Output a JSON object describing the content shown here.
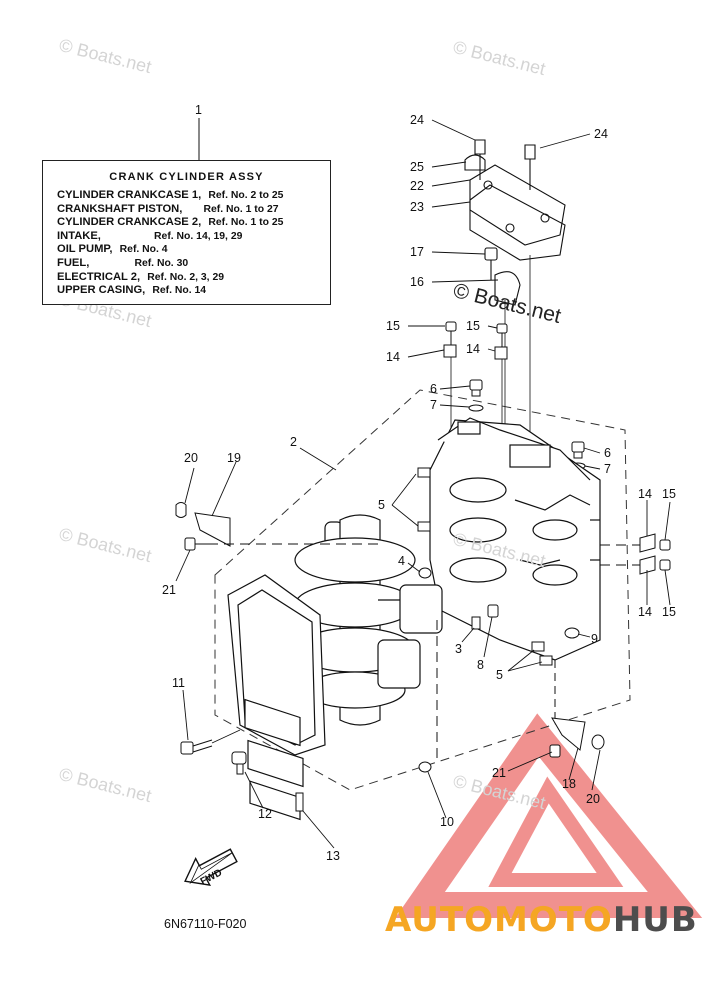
{
  "watermark_text": "© Boats.net",
  "legend": {
    "callout_number": "1",
    "title": "CRANK CYLINDER ASSY",
    "rows": [
      {
        "name": "CYLINDER CRANKCASE 1,",
        "ref": "Ref. No. 2 to 25"
      },
      {
        "name": "CRANKSHAFT PISTON,",
        "ref": "Ref. No. 1 to 27"
      },
      {
        "name": "CYLINDER CRANKCASE 2,",
        "ref": "Ref. No. 1 to 25"
      },
      {
        "name": "INTAKE,",
        "ref": "Ref. No. 14, 19, 29"
      },
      {
        "name": "OIL PUMP,",
        "ref": "Ref. No. 4"
      },
      {
        "name": "FUEL,",
        "ref": "Ref. No. 30"
      },
      {
        "name": "ELECTRICAL 2,",
        "ref": "Ref. No. 2, 3, 29"
      },
      {
        "name": "UPPER CASING,",
        "ref": "Ref. No. 14"
      }
    ]
  },
  "callouts": [
    "24",
    "24",
    "25",
    "22",
    "23",
    "17",
    "16",
    "15",
    "15",
    "14",
    "14",
    "6",
    "7",
    "2",
    "6",
    "7",
    "20",
    "19",
    "5",
    "14",
    "15",
    "21",
    "4",
    "14",
    "15",
    "9",
    "3",
    "8",
    "5",
    "11",
    "21",
    "18",
    "20",
    "12",
    "10",
    "13"
  ],
  "fwd_label": "FWD",
  "drawing_code": "6N67110-F020",
  "brand": {
    "part1": "AUTOMOTO",
    "part2": "HUB",
    "color1": "#f5a623",
    "color2": "#4d4d4d",
    "logo_color": "#e53935"
  }
}
